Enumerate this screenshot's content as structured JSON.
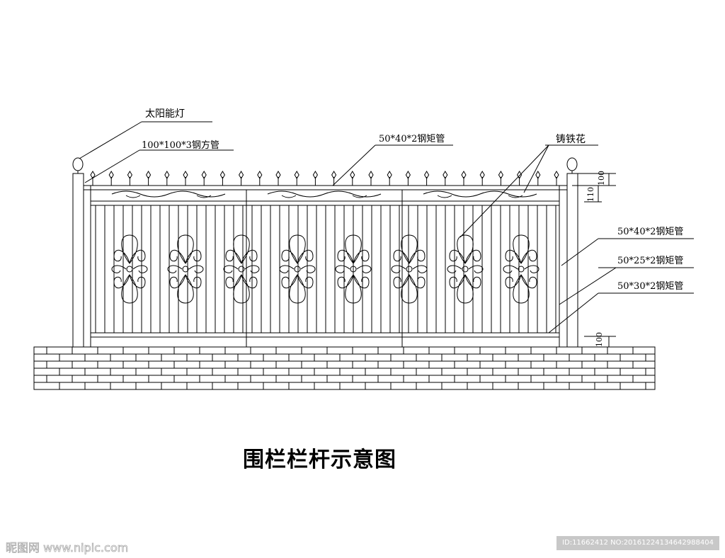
{
  "drawing": {
    "title": "围栏栏杆示意图",
    "labels": {
      "solar_lamp": "太阳能灯",
      "post": "100*100*3钢方管",
      "top_rail": "50*40*2钢矩管",
      "cast_iron": "铸铁花",
      "right_1": "50*40*2钢矩管",
      "right_2": "50*25*2钢矩管",
      "right_3": "50*30*2钢矩管"
    },
    "dimensions": {
      "top_outer": "100",
      "top_inner": "110",
      "bottom": "100"
    },
    "ornament_count": 8
  },
  "watermark": {
    "site": "昵图网 www.nipic.com",
    "id": "ID:11662412 NO:20161224134642988404"
  }
}
